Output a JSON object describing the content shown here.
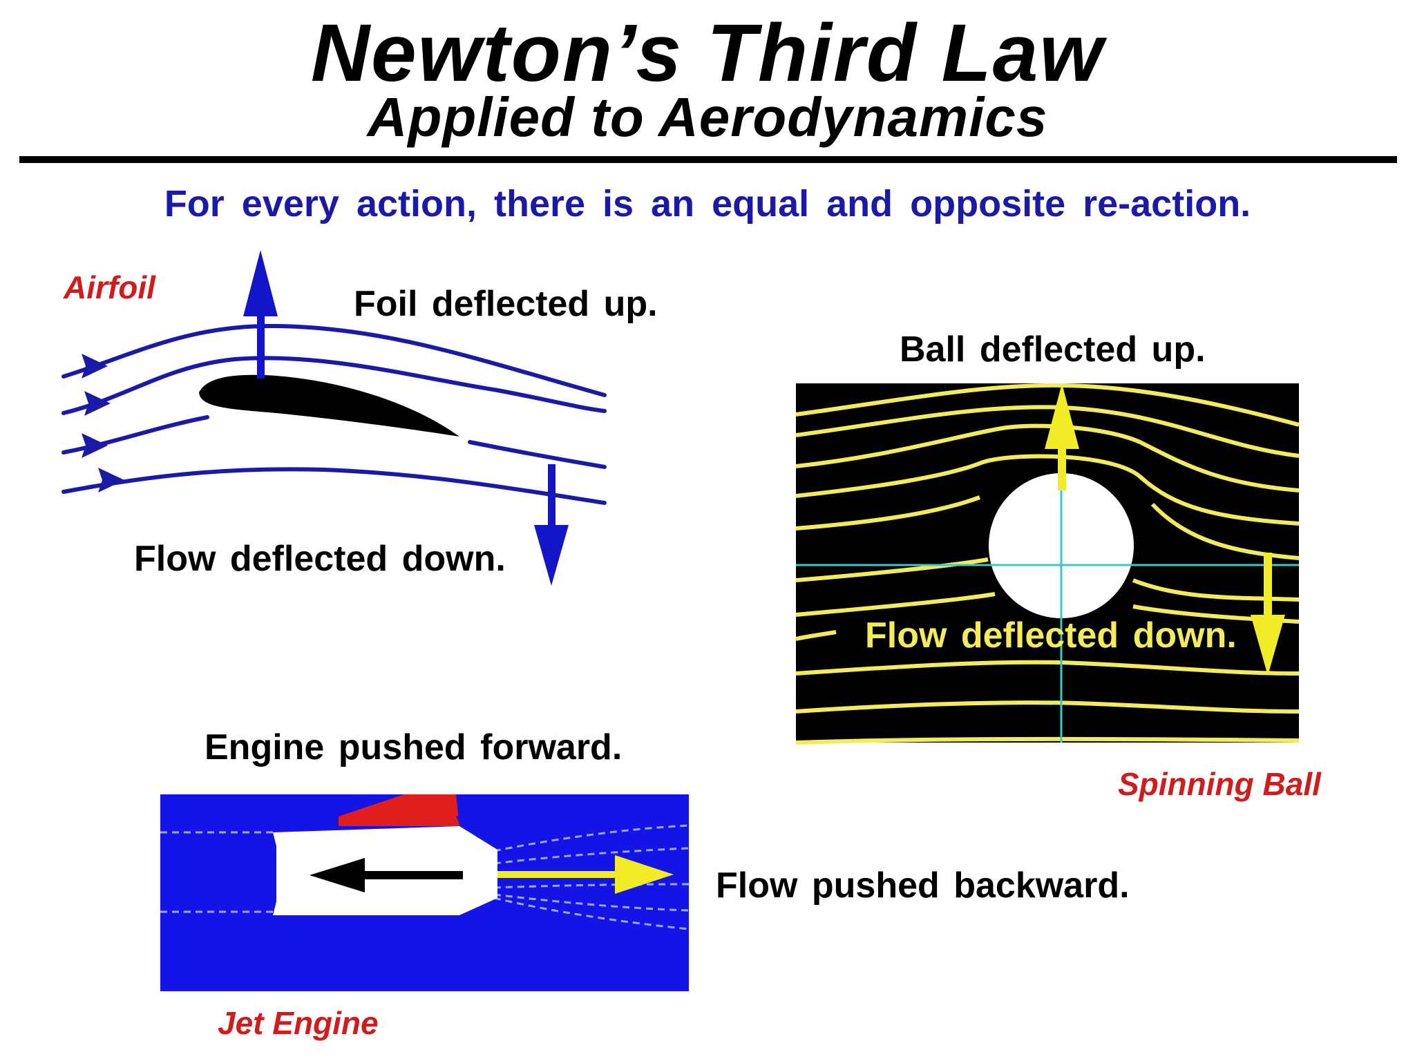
{
  "title": "Newton’s Third Law",
  "subtitle": "Applied to Aerodynamics",
  "principle": "For every action, there is an equal and opposite re-action.",
  "airfoil": {
    "name": "Airfoil",
    "reaction_label": "Foil deflected up.",
    "action_label": "Flow deflected down."
  },
  "spinning_ball": {
    "name": "Spinning Ball",
    "reaction_label": "Ball deflected up.",
    "action_label": "Flow deflected down."
  },
  "jet_engine": {
    "name": "Jet Engine",
    "reaction_label": "Engine pushed forward.",
    "action_label": "Flow pushed backward."
  },
  "colors": {
    "title_text": "#000000",
    "principle_text": "#1a1aa6",
    "name_labels": "#d01c1c",
    "airfoil_flow": "#1a1aa6",
    "airfoil_arrows": "#1414c8",
    "ball_background": "#000000",
    "ball_streamlines": "#f2ec5c",
    "ball_axes": "#3cc8c8",
    "engine_background": "#1414e6",
    "engine_cowl": "#e01e1e",
    "engine_thrust_arrow": "#000000",
    "exhaust_arrow": "#f2ec28"
  }
}
